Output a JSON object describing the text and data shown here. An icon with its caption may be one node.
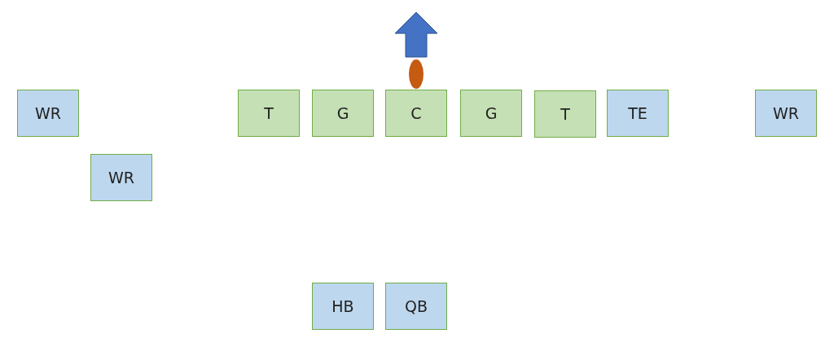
{
  "diagram": {
    "nodes": [
      {
        "text": [
          "WR"
        ]
      },
      {
        "text": [
          "T"
        ]
      },
      {
        "text": [
          "G"
        ]
      },
      {
        "text": [
          "C"
        ]
      },
      {
        "text": [
          "G"
        ]
      },
      {
        "text": [
          "T"
        ]
      },
      {
        "text": [
          "TE"
        ]
      },
      {
        "text": [
          "WR"
        ]
      },
      {
        "text": [
          "WR"
        ]
      },
      {
        "text": [
          "HB"
        ]
      },
      {
        "text": [
          "QB"
        ]
      }
    ]
  }
}
